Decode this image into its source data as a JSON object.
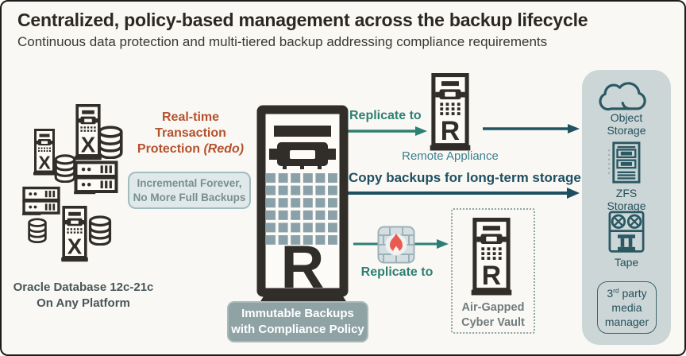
{
  "header": {
    "title": "Centralized, policy-based management across the backup lifecycle",
    "subtitle": "Continuous data protection and multi-tiered backup addressing compliance requirements"
  },
  "source": {
    "caption_line1": "Oracle Database 12c-21c",
    "caption_line2": "On Any Platform"
  },
  "flows": {
    "realtime_line1": "Real-time",
    "realtime_line2": "Transaction",
    "realtime_line3": "Protection ",
    "realtime_line3_em": "(Redo)",
    "incremental_line1": "Incremental Forever,",
    "incremental_line2": "No More Full Backups",
    "replicate_top": "Replicate to",
    "copy_backups": "Copy backups for long-term storage",
    "replicate_bottom": "Replicate to"
  },
  "appliance": {
    "caption_line1": "Immutable Backups",
    "caption_line2": "with Compliance Policy"
  },
  "remote": {
    "caption": "Remote Appliance"
  },
  "vault": {
    "caption_line1": "Air-Gapped",
    "caption_line2": "Cyber Vault"
  },
  "tiers": {
    "object_line1": "Object",
    "object_line2": "Storage",
    "zfs_line1": "ZFS",
    "zfs_line2": "Storage",
    "tape": "Tape",
    "third_party_num": "3",
    "third_party_sup": "rd",
    "third_party_rest": " party",
    "third_party_line2": "media",
    "third_party_line3": "manager"
  },
  "icons": {
    "db_glyph": "X",
    "appliance_glyph": "R",
    "names": [
      "database-tower-icon",
      "rack-server-icon",
      "database-cylinder-icon",
      "recovery-appliance-icon",
      "firewall-icon",
      "cloud-icon",
      "zfs-storage-icon",
      "tape-icon"
    ]
  },
  "colors": {
    "background": "#FAF8F4",
    "ink": "#312D28",
    "accent_orange": "#B5512C",
    "teal": "#2C8073",
    "dark_teal": "#1E4F60",
    "slate_badge": "#8FA3A5",
    "panel": "#CCD6D6",
    "panel_ink": "#24505C",
    "grid_squares": "#8BA1A9",
    "flame": "#E95B50"
  }
}
